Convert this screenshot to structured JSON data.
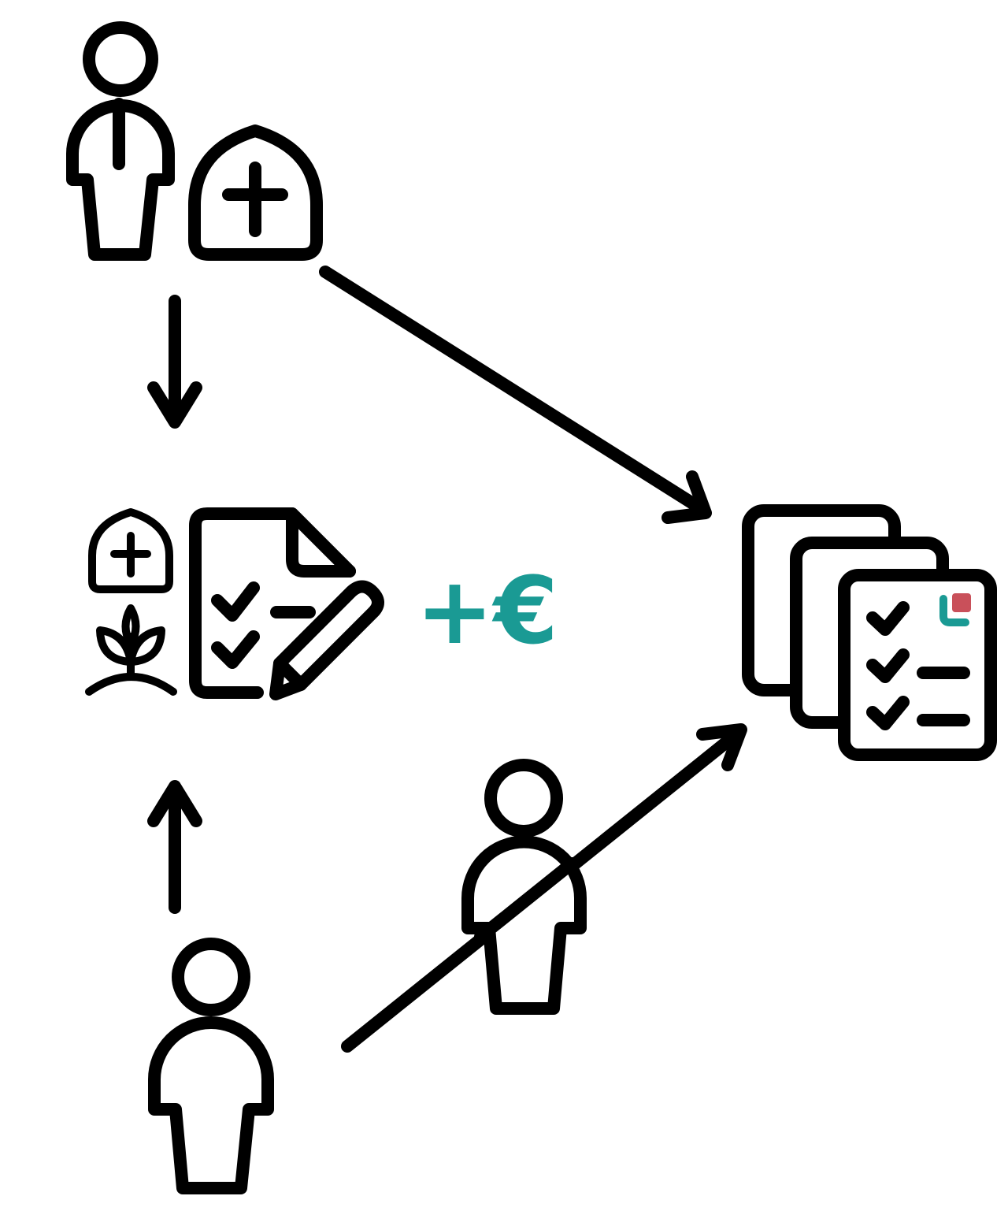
{
  "colors": {
    "stroke": "#000000",
    "accent_teal": "#1a9a94",
    "accent_red": "#c9505a",
    "background": "#ffffff"
  },
  "nodes": {
    "doctor": {
      "icon": "doctor-icon"
    },
    "hospital": {
      "icon": "hospital-plus-icon"
    },
    "contract": {
      "icons": [
        "hospital-plus-icon",
        "plant-sprout-icon",
        "signed-document-icon",
        "pencil-icon"
      ],
      "label": "+€"
    },
    "checklists": {
      "icon": "stacked-checklist-documents-icon"
    },
    "person_middle": {
      "icon": "person-icon"
    },
    "person_bottom": {
      "icon": "person-icon"
    }
  },
  "edges": [
    {
      "from": "doctor",
      "to": "contract",
      "icon": "arrow-down-icon"
    },
    {
      "from": "hospital",
      "to": "checklists",
      "icon": "arrow-diagonal-down-right-icon"
    },
    {
      "from": "person_bottom",
      "to": "contract",
      "icon": "arrow-up-icon"
    },
    {
      "from": "person_bottom",
      "to": "checklists",
      "icon": "arrow-diagonal-up-right-icon"
    }
  ]
}
